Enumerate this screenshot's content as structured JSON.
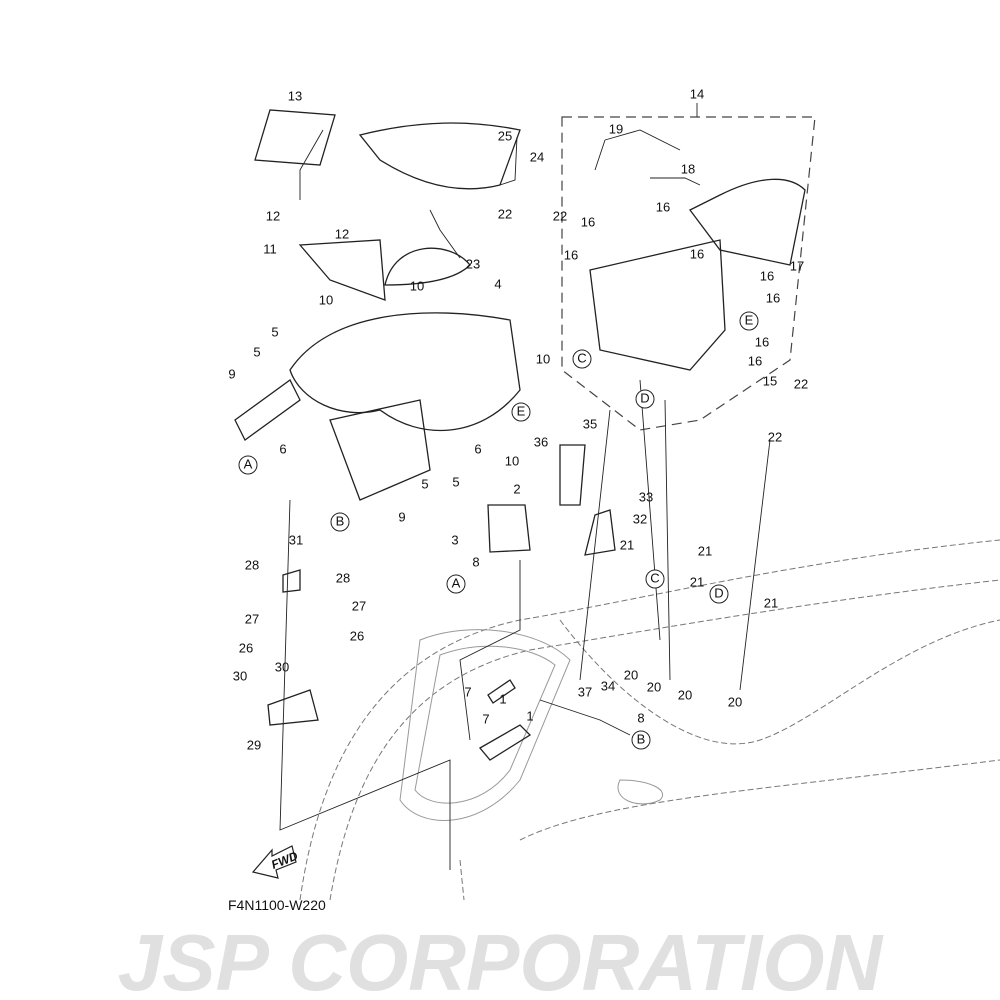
{
  "watermark": "JSP CORPORATION",
  "diagram_code": "F4N1100-W220",
  "forward_arrow": "FWD",
  "callouts": [
    "13",
    "25",
    "24",
    "14",
    "19",
    "18",
    "12",
    "12",
    "11",
    "23",
    "22",
    "22",
    "16",
    "16",
    "16",
    "16",
    "17",
    "10",
    "10",
    "4",
    "16",
    "16",
    "16",
    "16",
    "5",
    "5",
    "9",
    "10",
    "E",
    "C",
    "D",
    "15",
    "22",
    "22",
    "E",
    "A",
    "6",
    "10",
    "6",
    "5",
    "5",
    "B",
    "9",
    "36",
    "35",
    "2",
    "33",
    "32",
    "3",
    "31",
    "28",
    "28",
    "27",
    "27",
    "26",
    "26",
    "30",
    "30",
    "29",
    "A",
    "8",
    "21",
    "21",
    "21",
    "21",
    "C",
    "D",
    "7",
    "1",
    "1",
    "7",
    "8",
    "B",
    "37",
    "34",
    "20",
    "20",
    "20",
    "20"
  ]
}
